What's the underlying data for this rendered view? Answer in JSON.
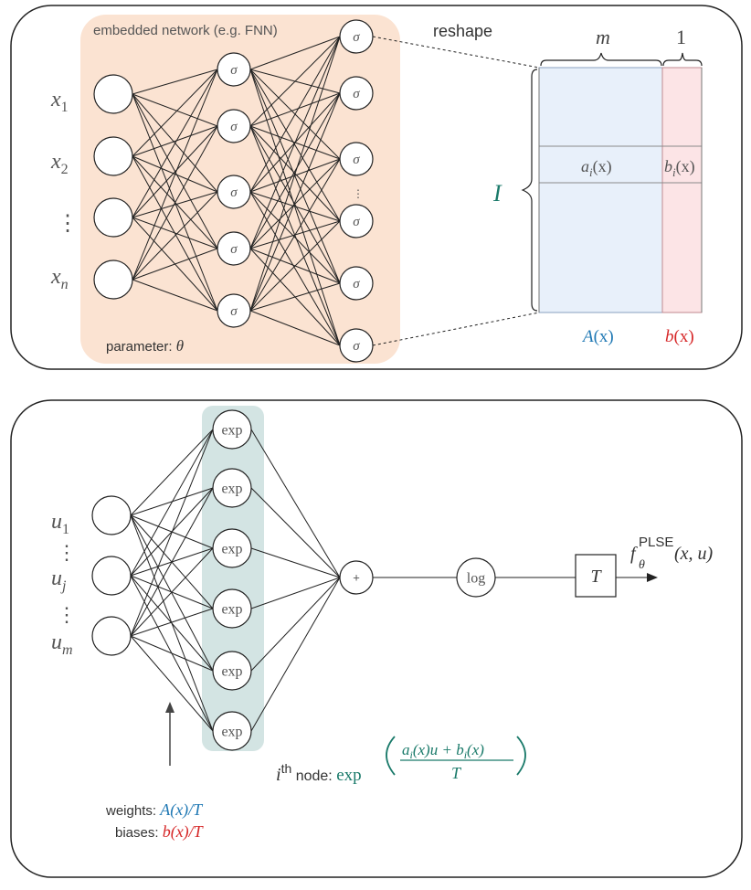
{
  "top_panel": {
    "embedded_label": "embedded network (e.g. FNN)",
    "parameter_prefix": "parameter: ",
    "parameter_symbol": "θ",
    "sigma": "σ",
    "inputs": [
      {
        "base": "x",
        "sub": "1"
      },
      {
        "base": "x",
        "sub": "2"
      },
      {
        "base": "x",
        "sub": "n"
      }
    ],
    "vdots": "⋮",
    "small_vdots": "⋮",
    "reshape_label": "reshape",
    "matrix": {
      "m_label": "m",
      "one_label": "1",
      "I_label": "I",
      "a_cell": {
        "base": "a",
        "sub": "i",
        "arg": "(x)"
      },
      "b_cell": {
        "base": "b",
        "sub": "i",
        "arg": "(x)"
      },
      "A_label": {
        "base": "A",
        "arg": "(x)"
      },
      "b_label": {
        "base": "b",
        "arg": "(x)"
      }
    }
  },
  "bottom_panel": {
    "inputs": [
      {
        "base": "u",
        "sub": "1"
      },
      {
        "base": "u",
        "sub": "j"
      },
      {
        "base": "u",
        "sub": "m"
      }
    ],
    "vdots": "⋮",
    "exp_label": "exp",
    "plus_label": "+",
    "log_label": "log",
    "T_label": "T",
    "output": {
      "base": "f",
      "sub": "θ",
      "sup": "PLSE",
      "arg": "(x, u)"
    },
    "node_formula": {
      "i": "i",
      "th": "th",
      "node_text": " node: ",
      "exp": "exp",
      "numerator": {
        "a": "a",
        "a_sub": "i",
        "a_arg": "(x)u + ",
        "b": "b",
        "b_sub": "i",
        "b_arg": "(x)"
      },
      "denominator": "T"
    },
    "weights": {
      "prefix": "weights: ",
      "value": "A(x)/T"
    },
    "biases": {
      "prefix": "biases: ",
      "value": "b(x)/T"
    }
  },
  "colors": {
    "blue": "#1f78b4",
    "red": "#d62728",
    "teal": "#1a7a6a",
    "orange_bg": "#fbe3d2",
    "teal_bg": "#d3e4e3",
    "matrix_blue": "#e8f0fa",
    "matrix_red": "#fce4e6",
    "gray_text": "#555555"
  }
}
